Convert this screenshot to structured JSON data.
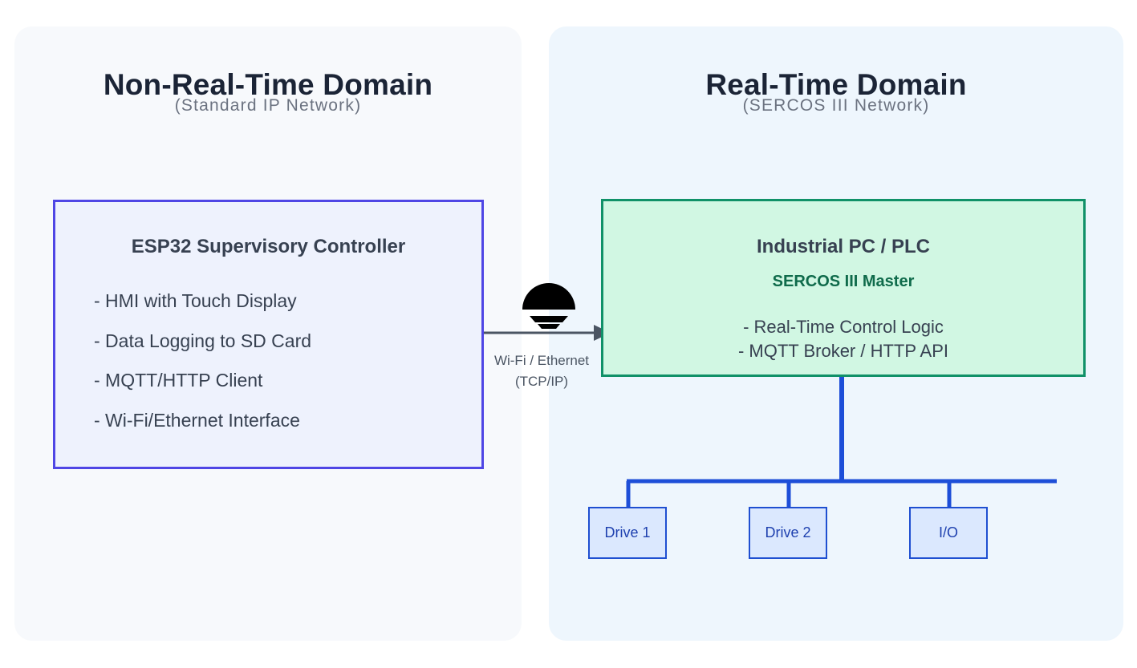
{
  "domains": {
    "non_real_time": {
      "title": "Non-Real-Time Domain",
      "subtitle": "(Standard IP Network)"
    },
    "real_time": {
      "title": "Real-Time Domain",
      "subtitle": "(SERCOS III Network)"
    }
  },
  "esp32": {
    "title": "ESP32 Supervisory Controller",
    "features": [
      "- HMI with Touch Display",
      "- Data Logging to SD Card",
      "- MQTT/HTTP Client",
      "- Wi-Fi/Ethernet Interface"
    ]
  },
  "industrial_pc": {
    "title": "Industrial PC / PLC",
    "subtitle": "SERCOS III Master",
    "features": [
      "- Real-Time Control Logic",
      "- MQTT Broker / HTTP API"
    ]
  },
  "link": {
    "label_line1": "Wi-Fi / Ethernet",
    "label_line2": "(TCP/IP)",
    "icon": "wifi-icon"
  },
  "devices": [
    "Drive 1",
    "Drive 2",
    "I/O"
  ],
  "colors": {
    "esp_border": "#4f46e5",
    "pc_border": "#109168",
    "bus": "#1d4ed8",
    "arrow": "#4b5563"
  }
}
